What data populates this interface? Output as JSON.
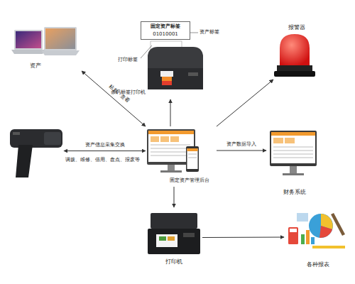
{
  "diagram": {
    "nodes": [
      {
        "text": [
          "固定资产标签",
          "01010001"
        ]
      },
      {
        "text": [
          "条码标签打印机"
        ]
      },
      {
        "text": [
          "资产"
        ]
      },
      {
        "text": [
          "报警器"
        ]
      },
      {
        "text": []
      },
      {
        "text": [
          "固定资产管理后台"
        ]
      },
      {
        "text": [
          "财务系统"
        ]
      },
      {
        "text": [
          "打印机"
        ]
      },
      {
        "text": [
          "各种报表"
        ]
      }
    ],
    "edges": [
      {
        "from": 2,
        "to": 5,
        "label": "粘贴、查看",
        "arrow": "both"
      },
      {
        "from": 5,
        "to": 1,
        "arrow": "to"
      },
      {
        "from": 5,
        "to": 3,
        "arrow": "to"
      },
      {
        "from": 4,
        "to": 5,
        "label": "资产信息采集交换",
        "arrow": "both"
      },
      {
        "from": 5,
        "to": 6,
        "label": "资产数据导入",
        "arrow": "to"
      },
      {
        "from": 5,
        "to": 7,
        "arrow": "to"
      },
      {
        "from": 7,
        "to": 8,
        "arrow": "to"
      }
    ],
    "labels": [
      "资产标签",
      "打印标签",
      "调拨、维修、借用、盘点、报废等"
    ]
  }
}
